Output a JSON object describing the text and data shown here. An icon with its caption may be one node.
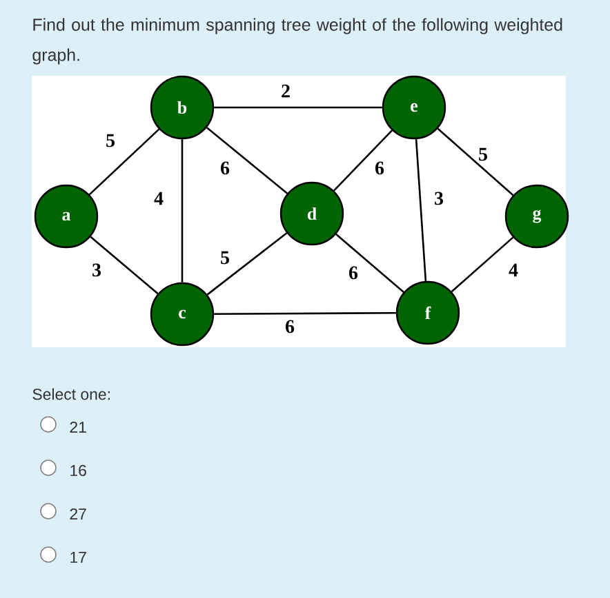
{
  "diagram": {
    "title": "Find out the minimum spanning tree weight of the following weighted graph.",
    "nodes": [
      {
        "text": [
          "a"
        ]
      },
      {
        "text": [
          "b"
        ]
      },
      {
        "text": [
          "c"
        ]
      },
      {
        "text": [
          "d"
        ]
      },
      {
        "text": [
          "e"
        ]
      },
      {
        "text": [
          "f"
        ]
      },
      {
        "text": [
          "g"
        ]
      }
    ],
    "edges": [
      {
        "from": 0,
        "to": 1,
        "arrow": "none",
        "label": "5"
      },
      {
        "from": 0,
        "to": 2,
        "arrow": "none",
        "label": "3"
      },
      {
        "from": 1,
        "to": 4,
        "arrow": "none",
        "label": "2"
      },
      {
        "from": 1,
        "to": 2,
        "arrow": "none",
        "label": "4"
      },
      {
        "from": 1,
        "to": 3,
        "arrow": "none",
        "label": "6"
      },
      {
        "from": 2,
        "to": 3,
        "arrow": "none",
        "label": "5"
      },
      {
        "from": 4,
        "to": 3,
        "arrow": "none",
        "label": "6"
      },
      {
        "from": 4,
        "to": 5,
        "arrow": "none",
        "label": "3"
      },
      {
        "from": 4,
        "to": 6,
        "arrow": "none",
        "label": "5"
      },
      {
        "from": 3,
        "to": 5,
        "arrow": "none",
        "label": "6"
      },
      {
        "from": 2,
        "to": 5,
        "arrow": "none",
        "label": "6"
      },
      {
        "from": 6,
        "to": 5,
        "arrow": "none",
        "label": "4"
      }
    ],
    "labels": [
      "Select one:",
      "21",
      "16",
      "27",
      "17"
    ]
  }
}
